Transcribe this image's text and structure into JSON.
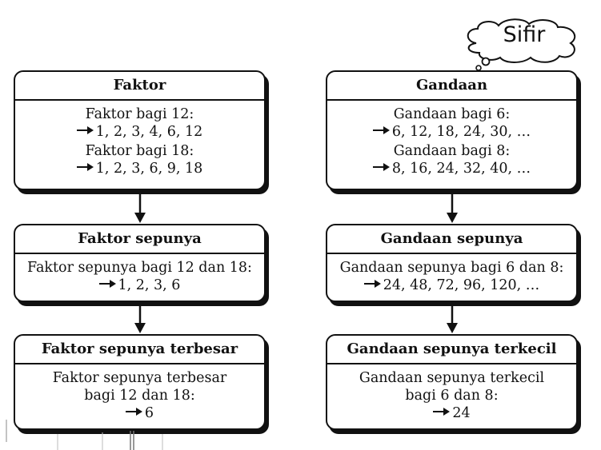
{
  "thought": "Sifir",
  "left": {
    "faktor": {
      "title": "Faktor",
      "l1": "Faktor bagi 12:",
      "l2": "1, 2, 3, 4, 6, 12",
      "l3": "Faktor bagi 18:",
      "l4": "1, 2, 3, 6, 9, 18"
    },
    "sepunya": {
      "title": "Faktor sepunya",
      "l1": "Faktor sepunya bagi 12 dan 18:",
      "l2": "1, 2, 3, 6"
    },
    "terbesar": {
      "title": "Faktor sepunya terbesar",
      "l1": "Faktor sepunya terbesar",
      "l2": "bagi 12 dan 18:",
      "l3": "6"
    }
  },
  "right": {
    "gandaan": {
      "title": "Gandaan",
      "l1": "Gandaan bagi 6:",
      "l2": "6, 12, 18, 24, 30, …",
      "l3": "Gandaan bagi 8:",
      "l4": "8, 16, 24, 32, 40, …"
    },
    "sepunya": {
      "title": "Gandaan sepunya",
      "l1": "Gandaan sepunya bagi 6 dan 8:",
      "l2": "24, 48, 72, 96, 120, …"
    },
    "terkecil": {
      "title": "Gandaan sepunya terkecil",
      "l1": "Gandaan sepunya terkecil",
      "l2": "bagi 6 dan 8:",
      "l3": "24"
    }
  }
}
